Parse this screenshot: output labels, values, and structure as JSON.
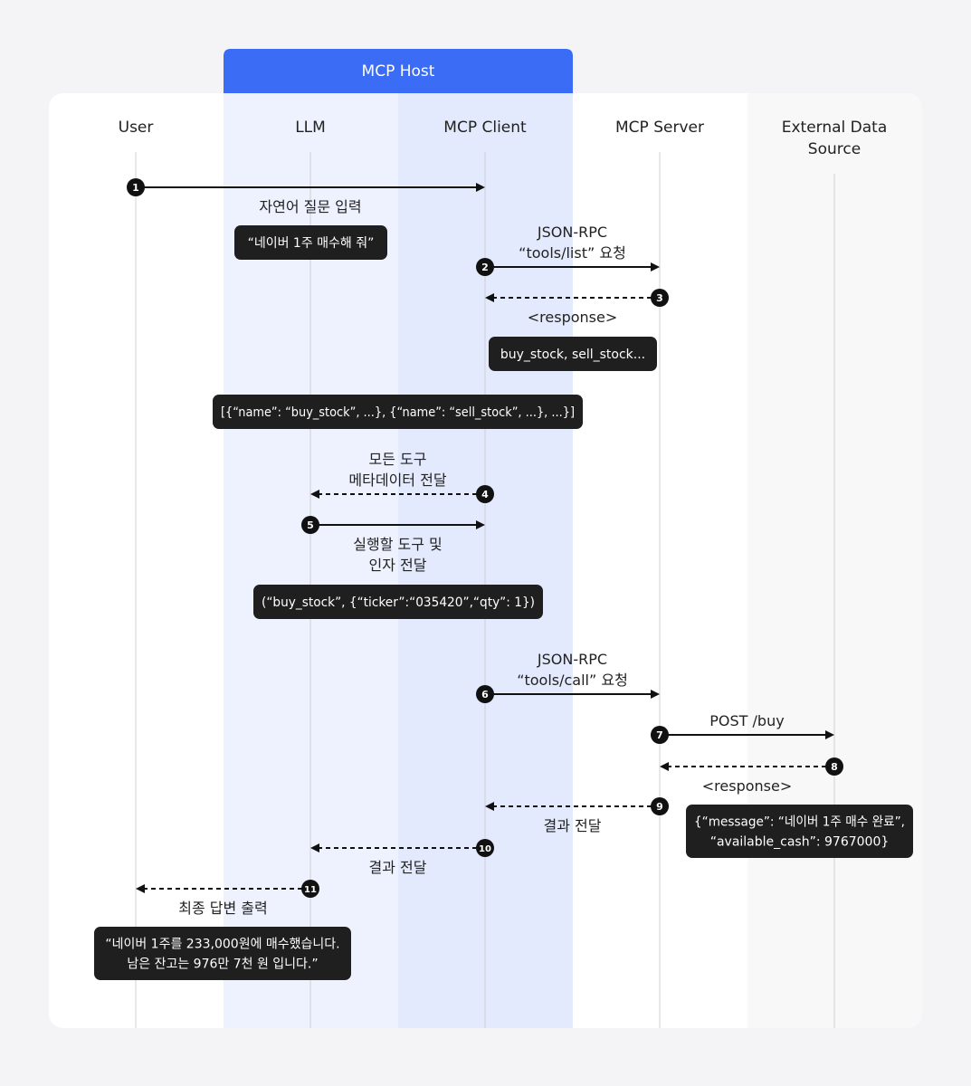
{
  "host_label": "MCP Host",
  "colors": {
    "page_bg": "#f4f4f6",
    "card_bg": "#ffffff",
    "host_header": "#3b6cf6",
    "host_col_llm": "#eef2fe",
    "host_col_client": "#e4eafd",
    "external_col": "#f8f8f9",
    "dark": "#1f1f1f",
    "line": "#d0d0d4"
  },
  "participants": [
    {
      "id": "user",
      "lines": [
        "User"
      ]
    },
    {
      "id": "llm",
      "lines": [
        "LLM"
      ]
    },
    {
      "id": "client",
      "lines": [
        "MCP Client"
      ]
    },
    {
      "id": "server",
      "lines": [
        "MCP Server"
      ]
    },
    {
      "id": "external",
      "lines": [
        "External Data",
        "Source"
      ]
    }
  ],
  "messages": [
    {
      "n": "1",
      "from": "user",
      "to": "client",
      "style": "solid",
      "label": [
        "자연어 질문 입력"
      ],
      "label_pos": "below"
    },
    {
      "n": "2",
      "from": "client",
      "to": "server",
      "style": "solid",
      "label": [
        "JSON-RPC",
        "“tools/list” 요청"
      ],
      "label_pos": "above"
    },
    {
      "n": "3",
      "from": "server",
      "to": "client",
      "style": "dashed",
      "label": [
        "<response>"
      ],
      "label_pos": "below"
    },
    {
      "n": "4",
      "from": "client",
      "to": "llm",
      "style": "dashed",
      "label": [
        "모든 도구",
        "메타데이터 전달"
      ],
      "label_pos": "above"
    },
    {
      "n": "5",
      "from": "llm",
      "to": "client",
      "style": "solid",
      "label": [
        "실행할 도구 및",
        "인자 전달"
      ],
      "label_pos": "below"
    },
    {
      "n": "6",
      "from": "client",
      "to": "server",
      "style": "solid",
      "label": [
        "JSON-RPC",
        "“tools/call” 요청"
      ],
      "label_pos": "above"
    },
    {
      "n": "7",
      "from": "server",
      "to": "external",
      "style": "solid",
      "label": [
        "POST /buy"
      ],
      "label_pos": "above"
    },
    {
      "n": "8",
      "from": "external",
      "to": "server",
      "style": "dashed",
      "label": [
        "<response>"
      ],
      "label_pos": "below"
    },
    {
      "n": "9",
      "from": "server",
      "to": "client",
      "style": "dashed",
      "label": [
        "결과 전달"
      ],
      "label_pos": "below"
    },
    {
      "n": "10",
      "from": "client",
      "to": "llm",
      "style": "dashed",
      "label": [
        "결과 전달"
      ],
      "label_pos": "below"
    },
    {
      "n": "11",
      "from": "llm",
      "to": "user",
      "style": "dashed",
      "label": [
        "최종 답변 출력"
      ],
      "label_pos": "below"
    }
  ],
  "notes": [
    {
      "id": "user-question",
      "lines": [
        "“네이버 1주 매수해 줘”"
      ]
    },
    {
      "id": "tool-list",
      "lines": [
        "buy_stock, sell_stock..."
      ]
    },
    {
      "id": "tool-metadata",
      "lines": [
        "[{“name”: “buy_stock”, ...}, {“name”: “sell_stock”, ...}, ...}]"
      ]
    },
    {
      "id": "tool-call-args",
      "lines": [
        "(“buy_stock”, {“ticker”:“035420”,“qty”: 1})"
      ]
    },
    {
      "id": "buy-result",
      "lines": [
        "{“message”: “네이버 1주 매수 완료”,",
        "“available_cash”: 9767000}"
      ]
    },
    {
      "id": "final-answer",
      "lines": [
        "“네이버 1주를 233,000원에 매수했습니다.",
        "남은 잔고는 976만 7천 원 입니다.”"
      ]
    }
  ]
}
